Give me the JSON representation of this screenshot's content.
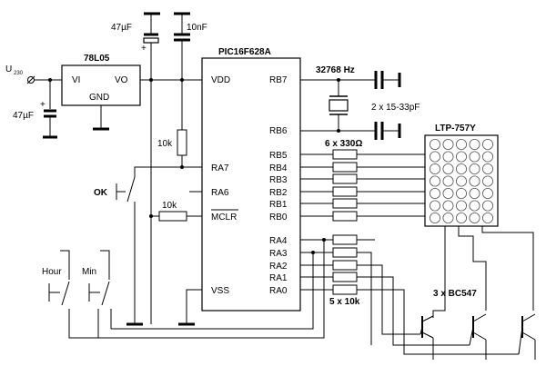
{
  "input": {
    "label": "U",
    "subscript": "230"
  },
  "regulator": {
    "name": "78L05",
    "pin_in": "VI",
    "pin_out": "VO",
    "pin_gnd": "GND"
  },
  "caps": {
    "input_cap": "47µF",
    "bulk_cap": "47µF",
    "decoupling_cap": "10nF",
    "polarity": "+",
    "crystal_caps": "2 x 15-33pF"
  },
  "crystal": {
    "freq": "32768 Hz"
  },
  "mcu": {
    "name": "PIC16F628A",
    "pins_left": [
      "VDD",
      "RA7",
      "RA6",
      "MCLR",
      "VSS"
    ],
    "pins_right": [
      "RB7",
      "RB6",
      "RB5",
      "RB4",
      "RB3",
      "RB2",
      "RB1",
      "RB0",
      "RA4",
      "RA3",
      "RA2",
      "RA1",
      "RA0"
    ]
  },
  "resistors": {
    "pullup_ra7": "10k",
    "pullup_mclr": "10k",
    "row_resistors": "6 x 330Ω",
    "col_resistors": "5 x 10k"
  },
  "buttons": {
    "ok": "OK",
    "hour": "Hour",
    "min": "Min"
  },
  "display": {
    "name": "LTP-757Y"
  },
  "transistors": {
    "label": "3 x BC547"
  }
}
